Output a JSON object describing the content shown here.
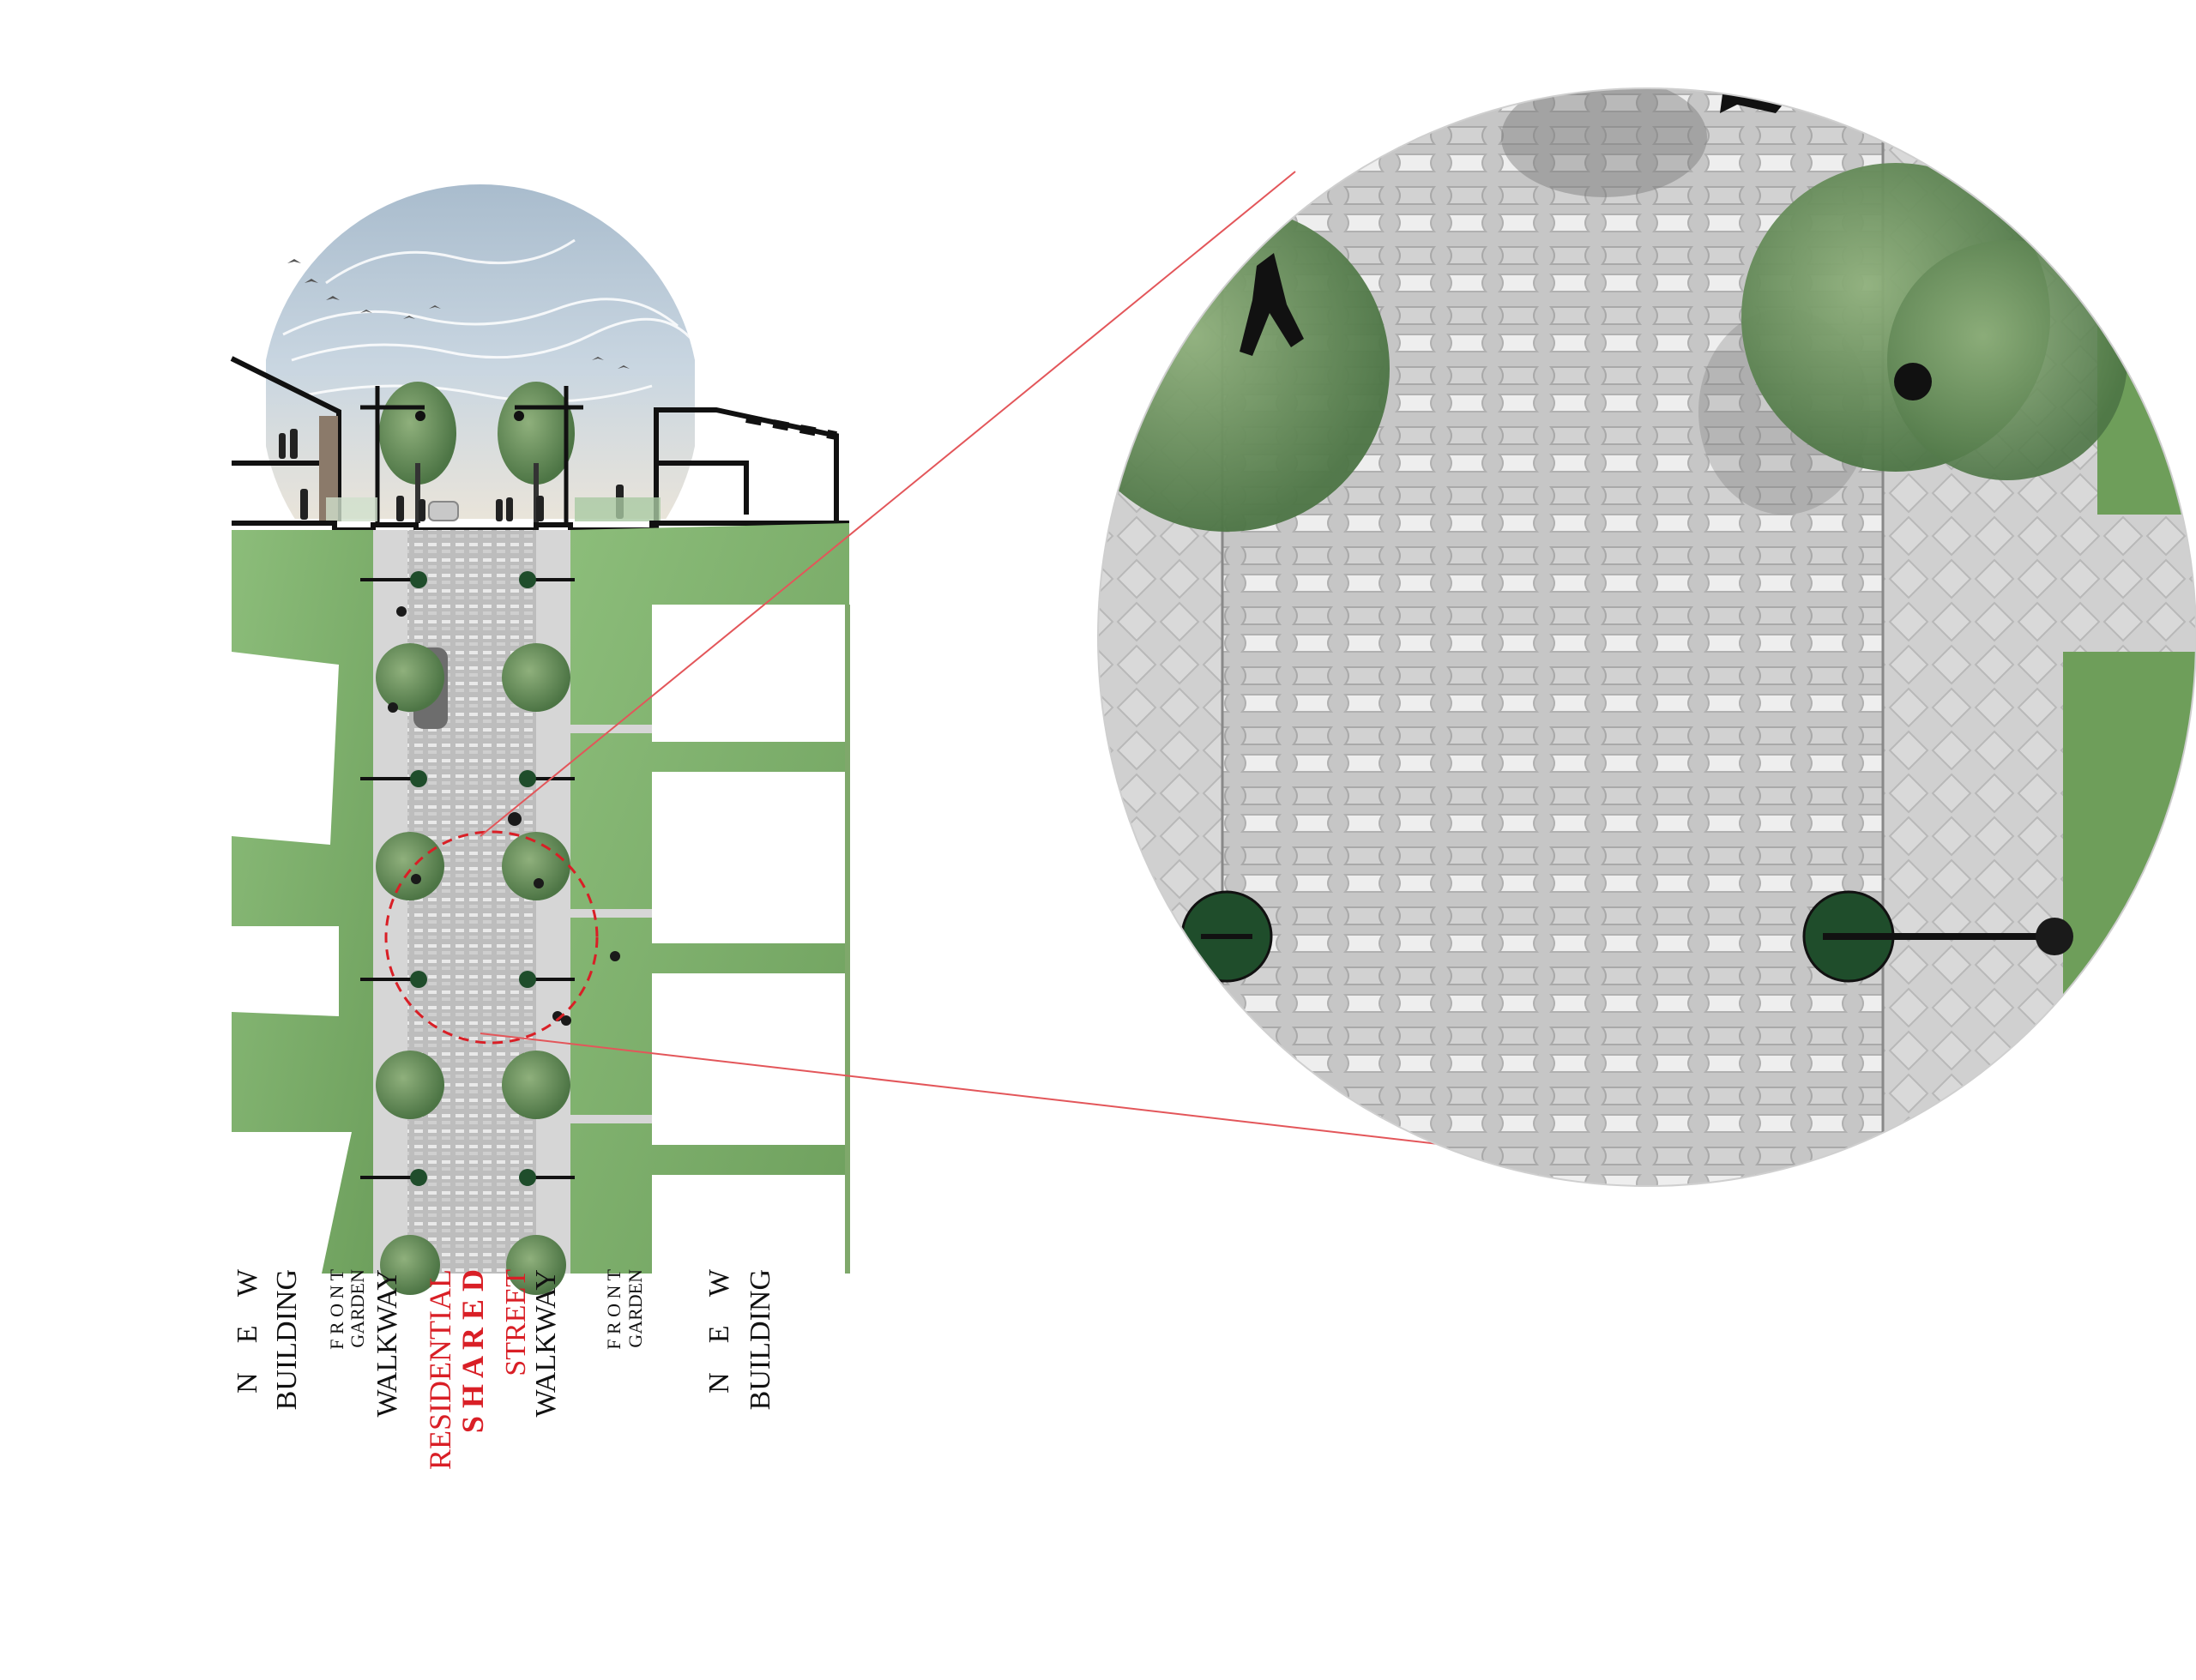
{
  "labels": {
    "new_building_left_1": "N    E    W",
    "new_building_left_2": "BUILDING",
    "front_garden_left_1": "F R O N T",
    "front_garden_left_2": "GARDEN",
    "walkway_left": "WALKWAY",
    "residential": "RESIDENTIAL",
    "shared": "S H A R E D",
    "street": "STREET",
    "walkway_right": "WALKWAY",
    "front_garden_right_1": "F R O N T",
    "front_garden_right_2": "GARDEN",
    "new_building_right_1": "N    E    W",
    "new_building_right_2": "BUILDING"
  },
  "colors": {
    "accent_red": "#d91f26",
    "grass": "#86b573",
    "grass_dark": "#5f9350",
    "paving": "#c9c9c9",
    "paving_light": "#efefef",
    "tree": "#5f8a55",
    "bollard": "#1f4d2b",
    "sky": "#c4d4e2"
  },
  "icons": [
    "tree-icon",
    "bollard-icon",
    "lamp-post-icon",
    "pedestrian-icon",
    "car-icon",
    "bird-icon"
  ]
}
